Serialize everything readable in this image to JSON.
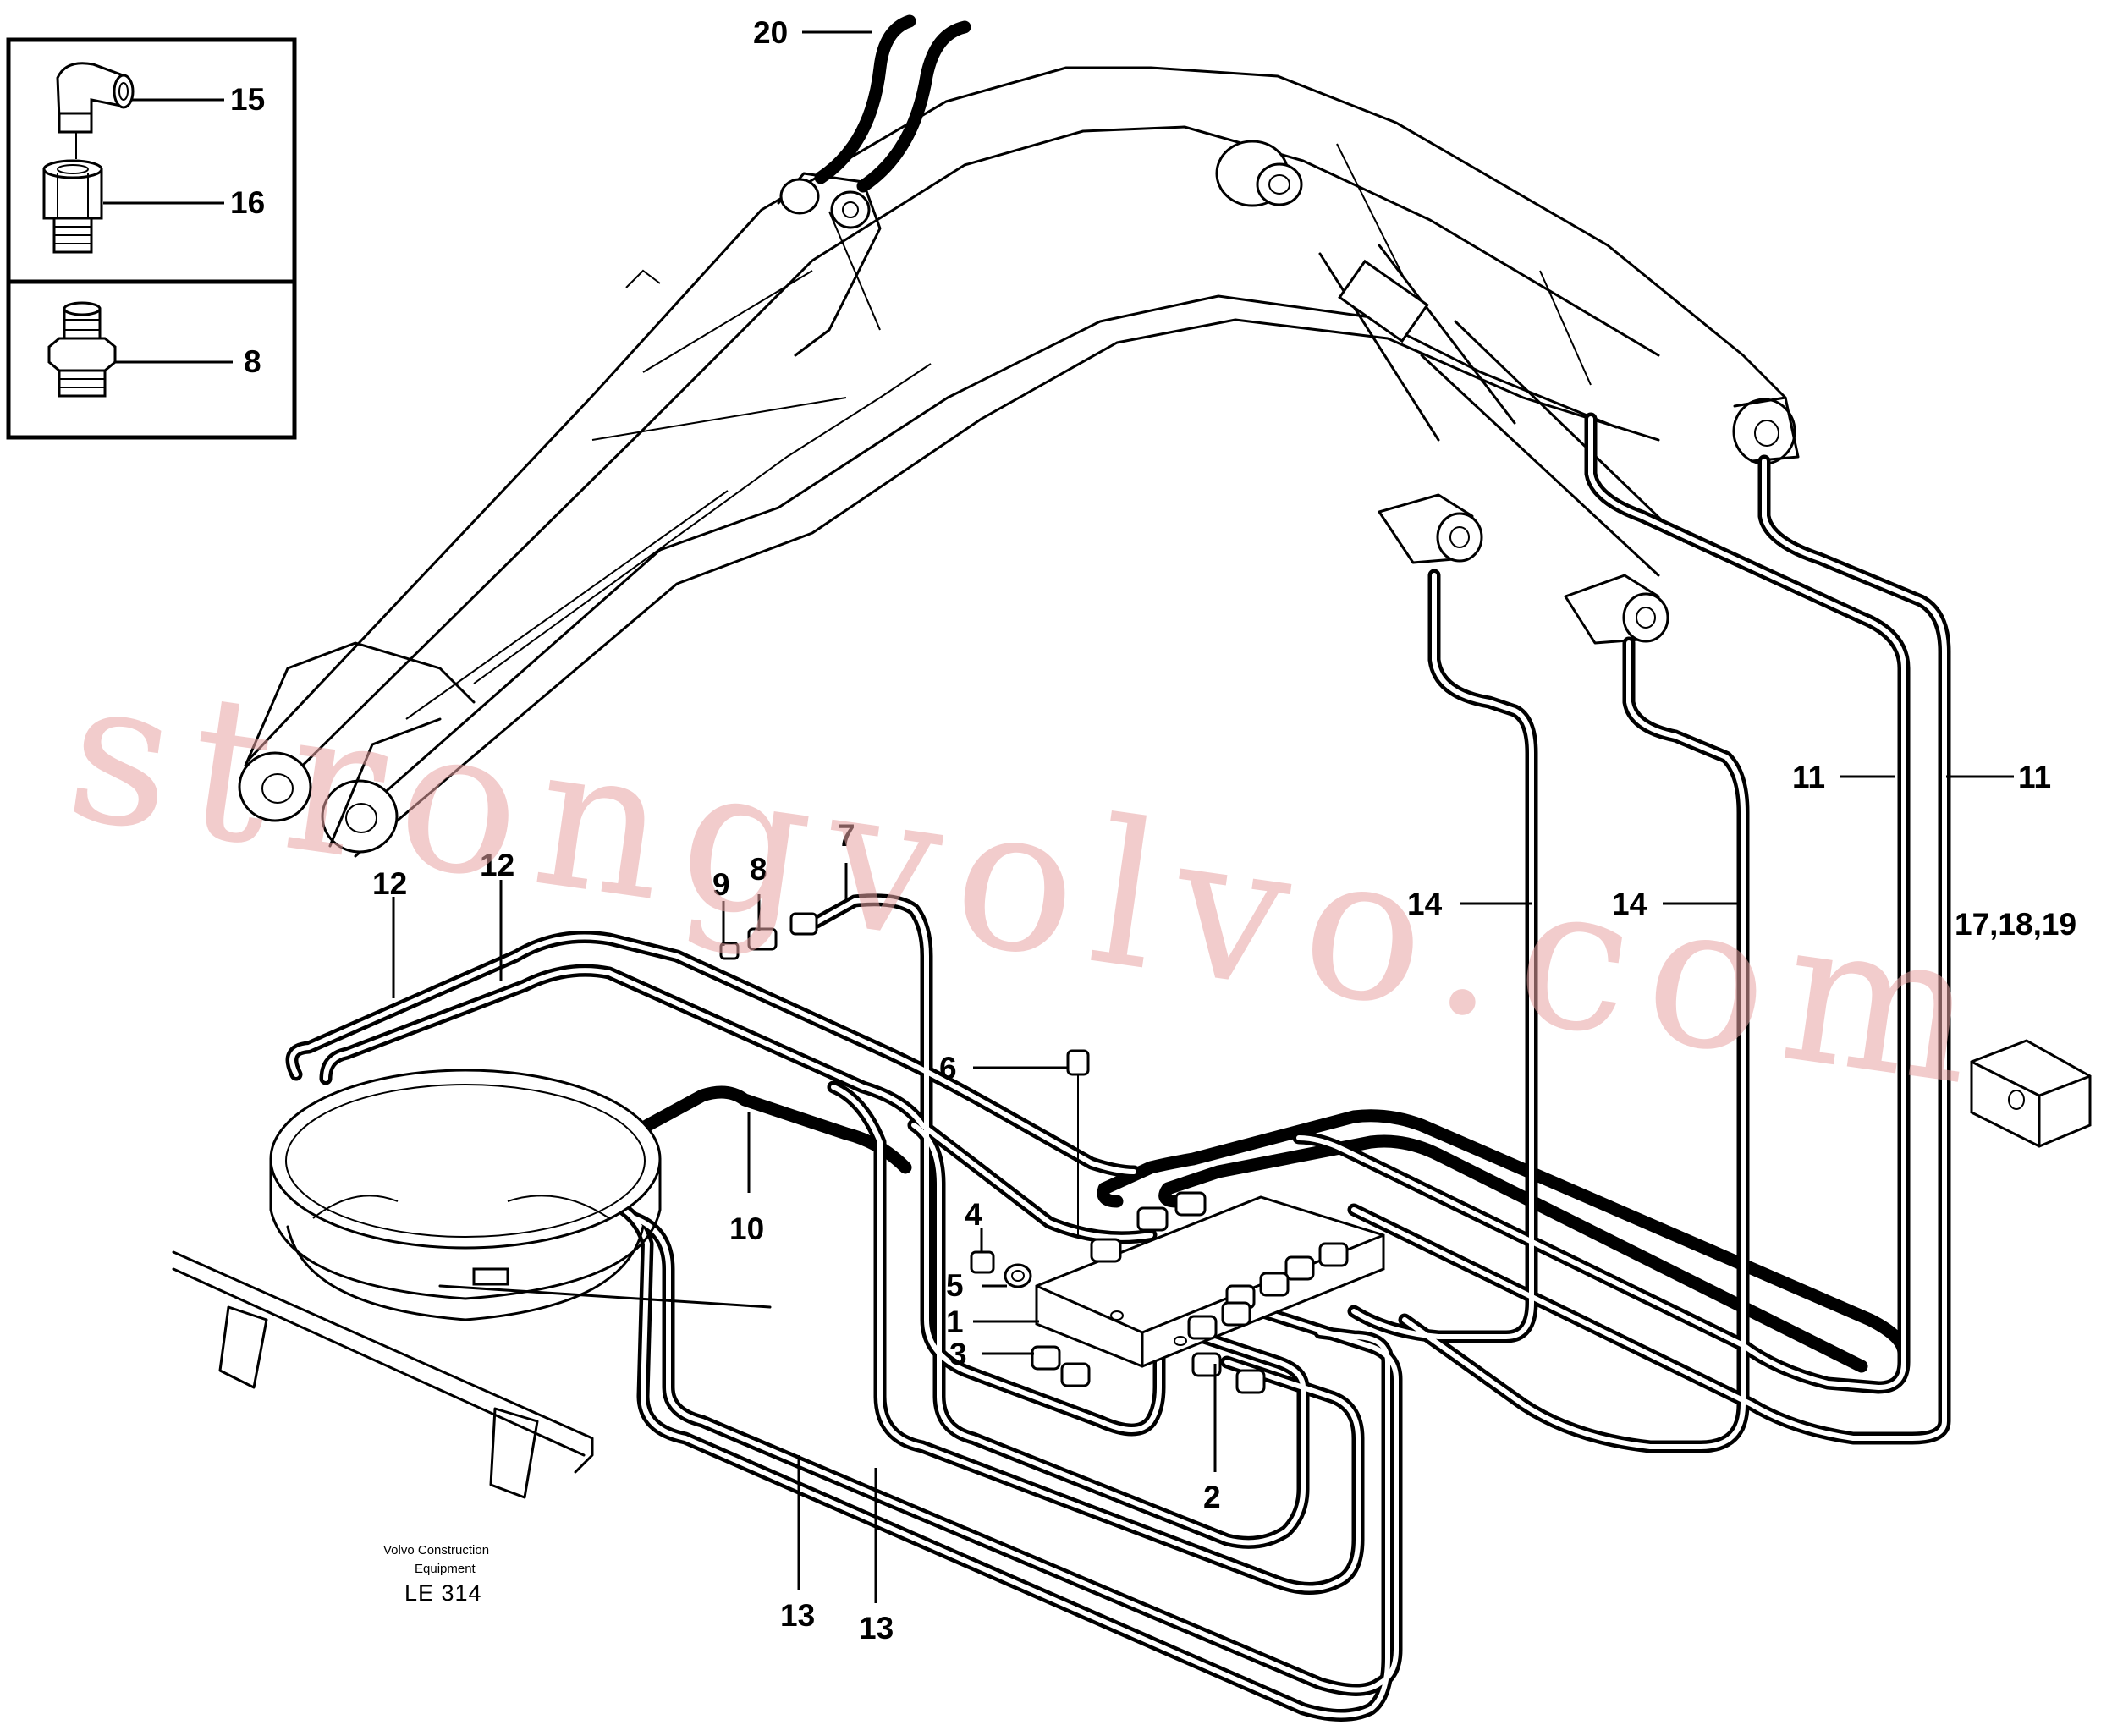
{
  "callouts": {
    "c1": "1",
    "c2": "2",
    "c3": "3",
    "c4": "4",
    "c5": "5",
    "c6": "6",
    "c7": "7",
    "c8_top": "8",
    "c8_inset": "8",
    "c9": "9",
    "c10": "10",
    "c11_left": "11",
    "c11_right": "11",
    "c12_left": "12",
    "c12_right": "12",
    "c13_left": "13",
    "c13_right": "13",
    "c14_left": "14",
    "c14_right": "14",
    "c15": "15",
    "c16": "16",
    "c17": "17,18,19",
    "c20": "20"
  },
  "footer": {
    "maker_line1": "Volvo Construction",
    "maker_line2": "Equipment",
    "drawing_code": "LE  314"
  },
  "watermark": "strongvolvo.com",
  "colors": {
    "line": "#000000",
    "watermark": "#e7a3a3",
    "background": "#ffffff"
  }
}
